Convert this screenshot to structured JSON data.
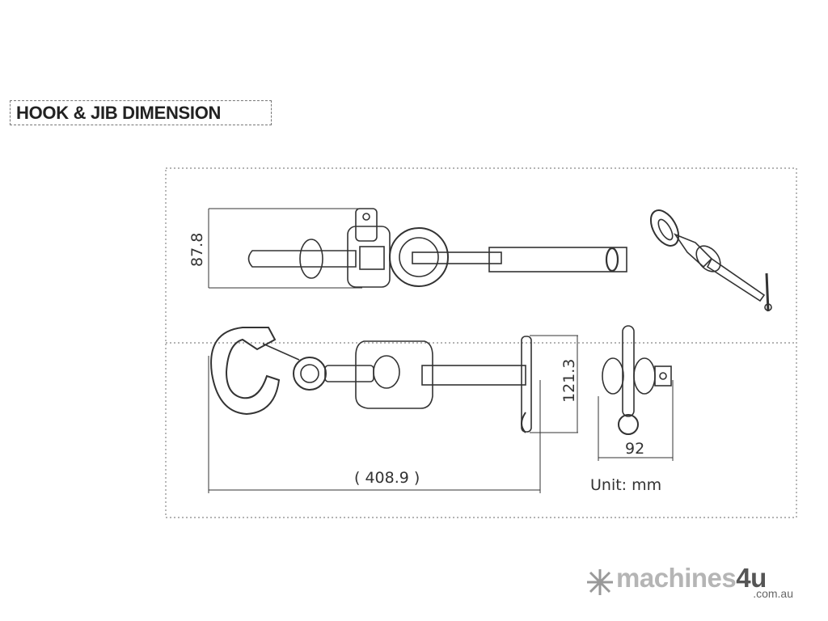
{
  "title": "HOOK & JIB DIMENSION",
  "dimensions": {
    "height_top": "87.8",
    "height_side": "121.3",
    "length": "( 408.9 )",
    "width": "92"
  },
  "unit_label": "Unit: mm",
  "logo": {
    "name_main": "machines",
    "name_accent": "4u",
    "domain": ".com.au"
  },
  "colors": {
    "line": "#333333",
    "dashed": "#888888",
    "logo_gray": "#b5b5b5"
  }
}
